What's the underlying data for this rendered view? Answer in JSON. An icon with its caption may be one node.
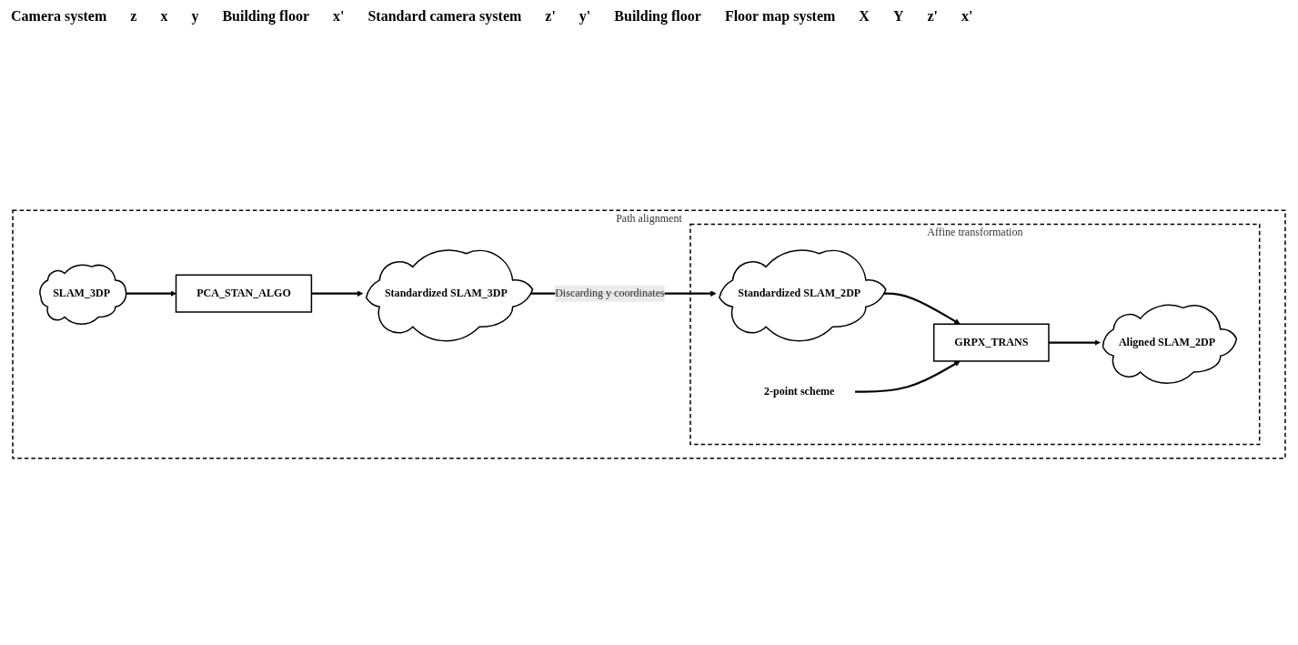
{
  "diagram": {
    "nodes": [
      {
        "text": [
          "Path alignment"
        ]
      },
      {
        "text": [
          "SLAM_3DP"
        ],
        "in": 0
      },
      {
        "text": [
          "PCA_STAN_ALGO"
        ],
        "in": 0
      },
      {
        "text": [
          "Standardized SLAM_3DP"
        ],
        "in": 0
      },
      {
        "text": [
          "Affine transformation"
        ],
        "in": 0
      },
      {
        "text": [
          "2-point scheme"
        ],
        "in": 4
      },
      {
        "text": [
          "Standardized SLAM_2DP"
        ],
        "in": 4
      },
      {
        "text": [
          "GRPX_TRANS"
        ],
        "in": 4
      },
      {
        "text": [
          "Aligned SLAM_2DP"
        ],
        "in": 4
      }
    ],
    "edges": [
      {
        "from": 1,
        "to": 2,
        "arrow": "to"
      },
      {
        "from": 2,
        "to": 3,
        "arrow": "to"
      },
      {
        "from": 3,
        "to": 6,
        "arrow": "to",
        "label": "Discarding y coordinates"
      },
      {
        "from": 6,
        "to": 7,
        "arrow": "to"
      },
      {
        "from": 7,
        "to": 8,
        "arrow": "to"
      },
      {
        "from": 5,
        "to": 7,
        "arrow": "to"
      }
    ],
    "labels": [
      "Camera system",
      "z",
      "x",
      "y",
      "Building floor",
      "x'",
      "Standard camera system",
      "z'",
      "y'",
      "Building floor",
      "Floor map system",
      "X",
      "Y",
      "z'",
      "x'"
    ]
  }
}
